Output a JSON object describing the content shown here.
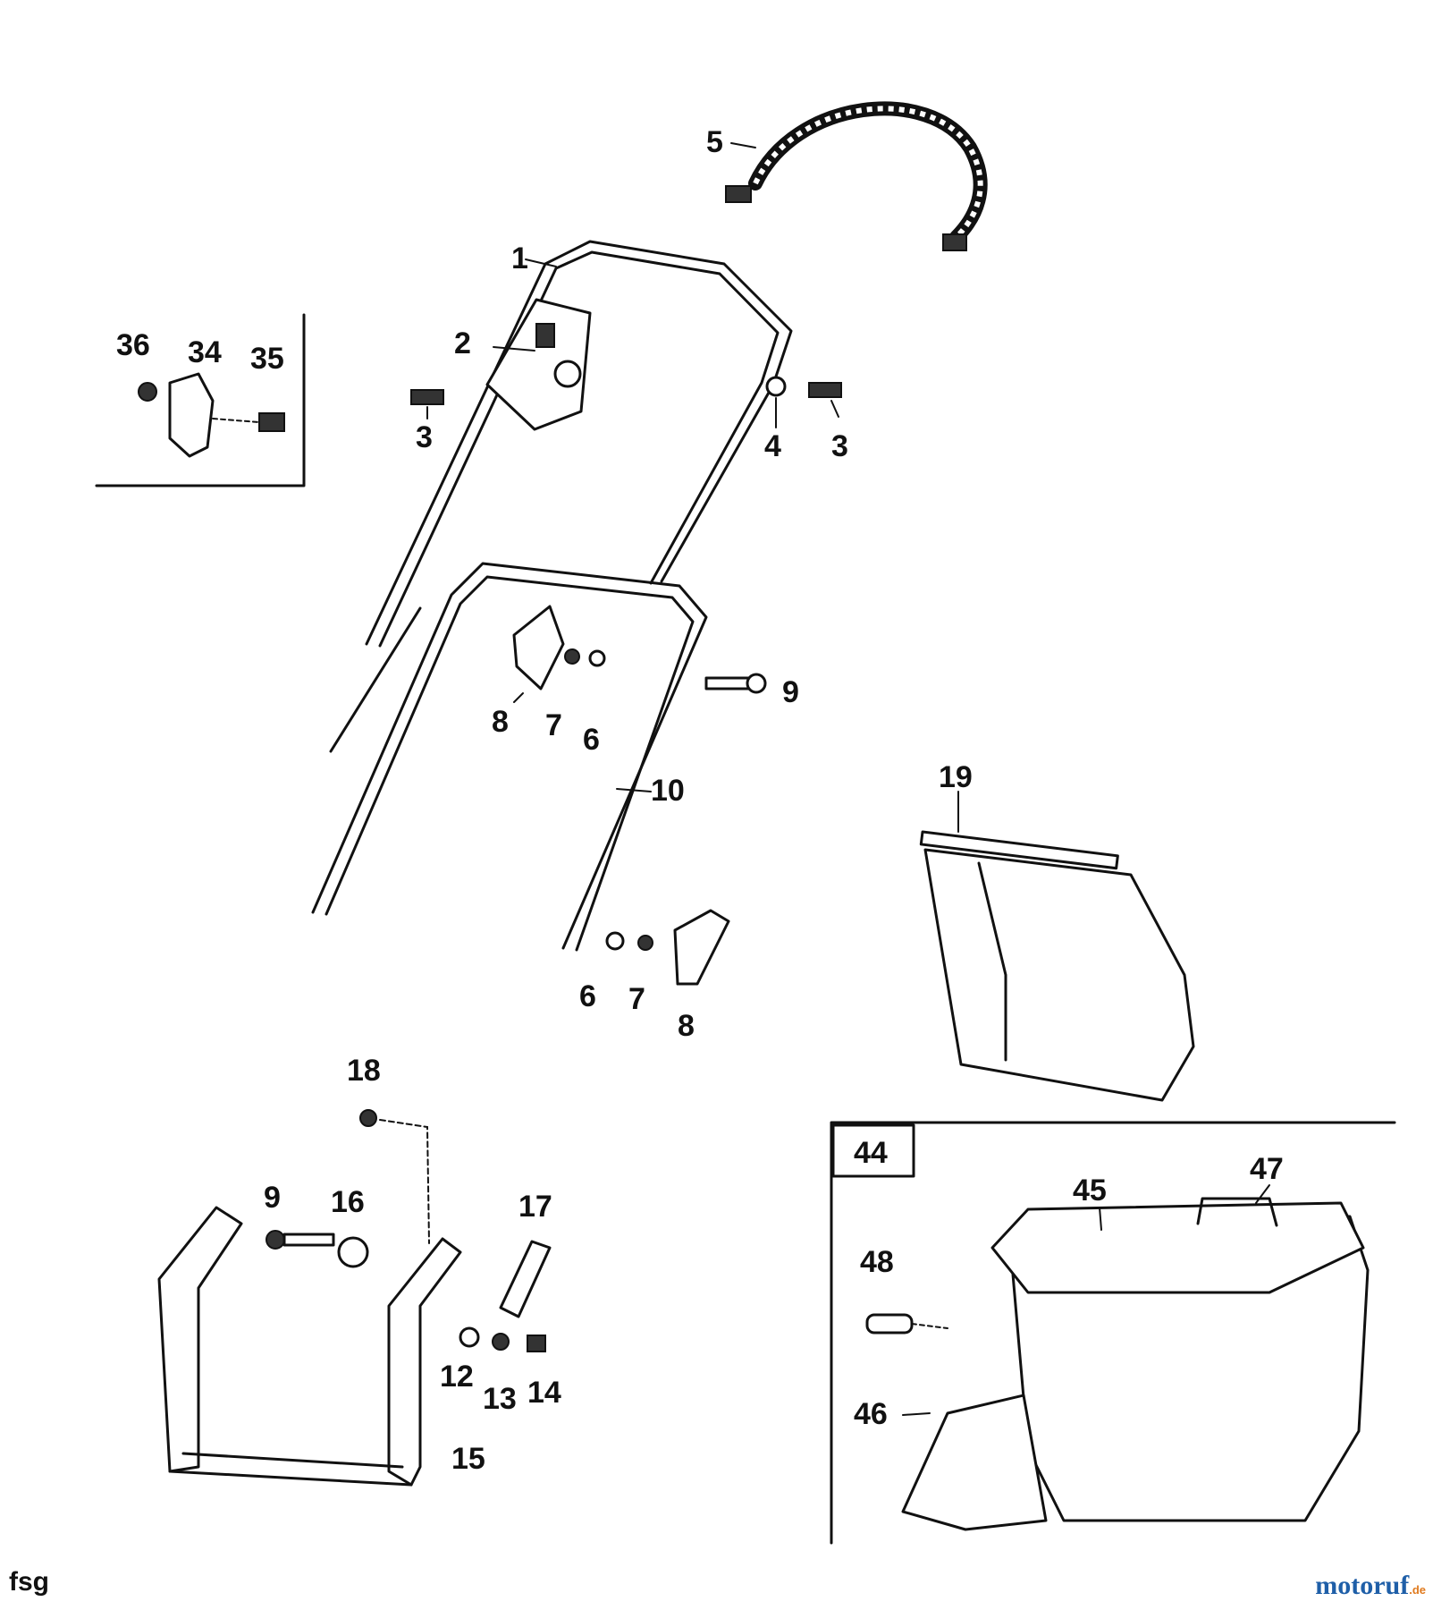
{
  "diagram": {
    "labels": {
      "p1": "1",
      "p2": "2",
      "p3a": "3",
      "p3b": "3",
      "p4": "4",
      "p5": "5",
      "p6a": "6",
      "p6b": "6",
      "p7a": "7",
      "p7b": "7",
      "p8a": "8",
      "p8b": "8",
      "p9a": "9",
      "p9b": "9",
      "p10": "10",
      "p12": "12",
      "p13": "13",
      "p14": "14",
      "p15": "15",
      "p16": "16",
      "p17": "17",
      "p18": "18",
      "p19": "19",
      "p34": "34",
      "p35": "35",
      "p36": "36",
      "p44": "44",
      "p45": "45",
      "p46": "46",
      "p47": "47",
      "p48": "48"
    }
  },
  "footer": {
    "code": "fsg",
    "brand": "motoruf",
    "brand_suffix": ".de"
  }
}
